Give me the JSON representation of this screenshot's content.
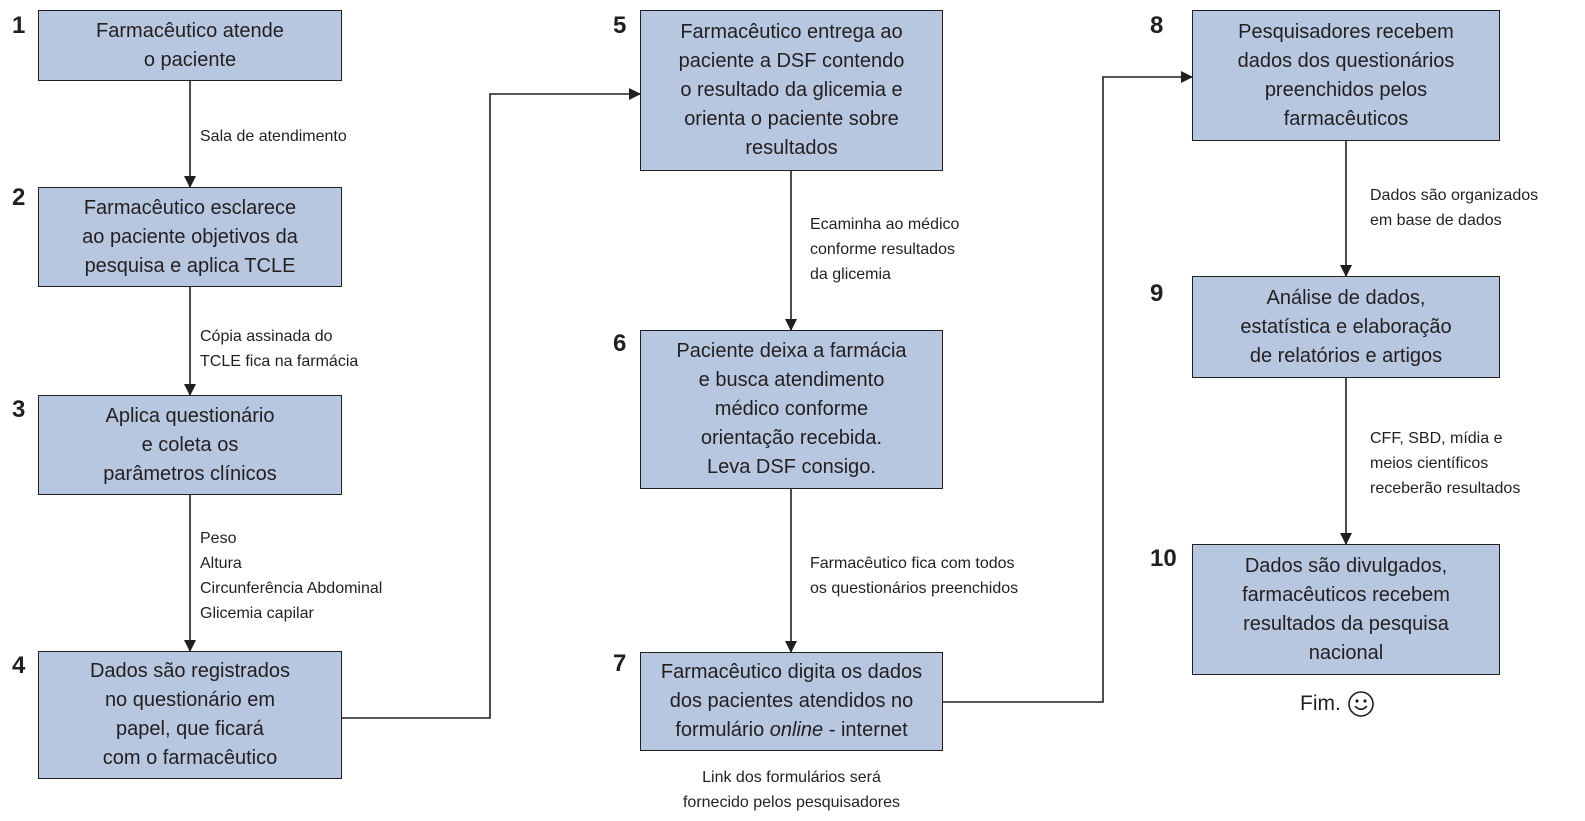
{
  "colors": {
    "box_fill": "#b7c7e0",
    "line": "#231f20",
    "text": "#231f20"
  },
  "steps": [
    {
      "number": "1",
      "text": "Farmacêutico atende\no paciente"
    },
    {
      "number": "2",
      "text": "Farmacêutico esclarece\nao paciente objetivos da\npesquisa e aplica TCLE"
    },
    {
      "number": "3",
      "text": "Aplica  questionário\ne coleta os\nparâmetros clínicos"
    },
    {
      "number": "4",
      "text": "Dados são registrados\nno questionário em\npapel, que ficará\ncom o farmacêutico"
    },
    {
      "number": "5",
      "text": "Farmacêutico entrega ao\npaciente a DSF contendo\no resultado da glicemia e\norienta o paciente sobre\nresultados"
    },
    {
      "number": "6",
      "text": "Paciente deixa a farmácia\ne busca atendimento\nmédico conforme\norientação recebida.\nLeva DSF consigo."
    },
    {
      "number": "7",
      "text_line1": "Farmacêutico digita os dados",
      "text_line2": "dos pacientes atendidos no",
      "text_line3_pre": "formulário ",
      "text_line3_em": "online",
      "text_line3_post": " - internet"
    },
    {
      "number": "8",
      "text": "Pesquisadores recebem\ndados dos questionários\npreenchidos pelos\nfarmacêuticos"
    },
    {
      "number": "9",
      "text": "Análise de dados,\nestatística e elaboração\nde relatórios e artigos"
    },
    {
      "number": "10",
      "text": "Dados são divulgados,\nfarmacêuticos recebem\nresultados da pesquisa\nnacional"
    }
  ],
  "edge_labels": {
    "e1_2": "Sala de atendimento",
    "e2_3": "Cópia assinada do\nTCLE fica na farmácia",
    "e3_4": "Peso\nAltura\nCircunferência Abdominal\nGlicemia capilar",
    "e5_6": "Ecaminha ao médico\nconforme resultados\nda glicemia",
    "e6_7": "Farmacêutico fica com todos\nos questionários preenchidos",
    "note_7": "Link dos formulários será\nfornecido pelos pesquisadores",
    "e8_9": "Dados são organizados\nem base de dados",
    "e9_10": "CFF, SBD, mídia e\nmeios científicos\nreceberão resultados"
  },
  "end_label": "Fim.",
  "end_icon": "smiley-icon"
}
